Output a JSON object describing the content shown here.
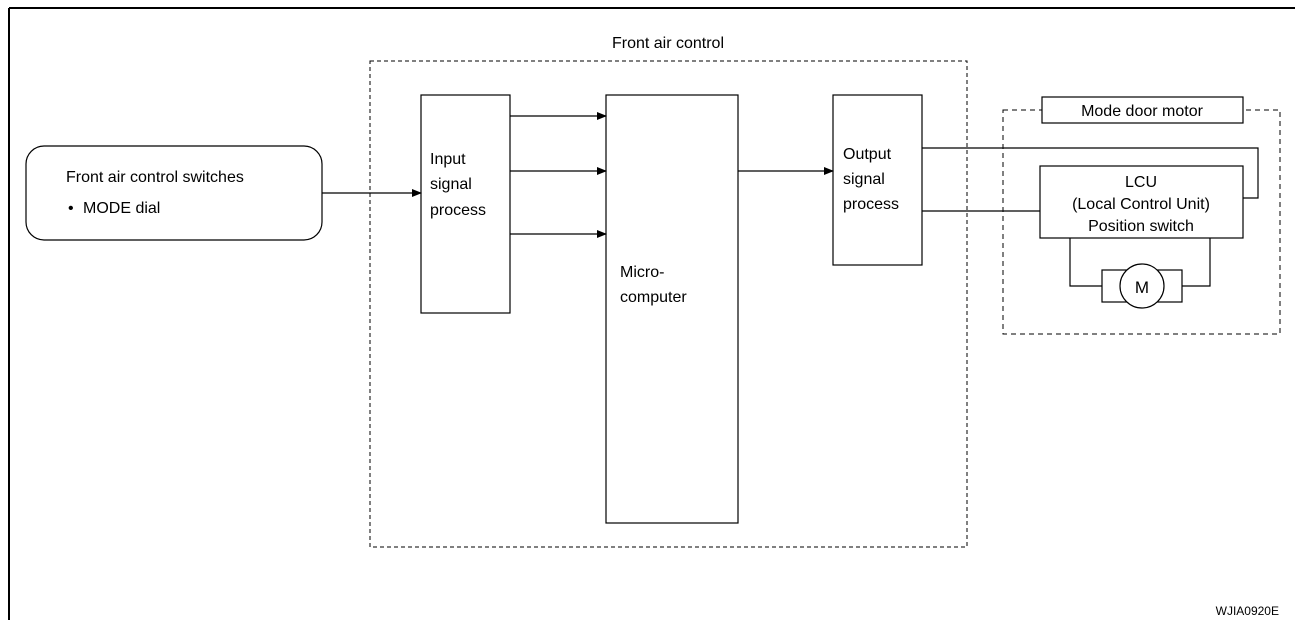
{
  "frame": {
    "figure_code": "WJIA0920E"
  },
  "front_air_control": {
    "title": "Front air control"
  },
  "switches": {
    "title": "Front air control switches",
    "bullet": "•",
    "item": "MODE dial"
  },
  "input_block": {
    "line1": "Input",
    "line2": "signal",
    "line3": "process"
  },
  "micro_block": {
    "line1": "Micro-",
    "line2": "computer"
  },
  "output_block": {
    "line1": "Output",
    "line2": "signal",
    "line3": "process"
  },
  "mode_door_motor": {
    "title": "Mode door motor",
    "lcu": {
      "line1": "LCU",
      "line2": "(Local  Control  Unit)",
      "line3": "Position switch"
    },
    "motor_letter": "M"
  }
}
